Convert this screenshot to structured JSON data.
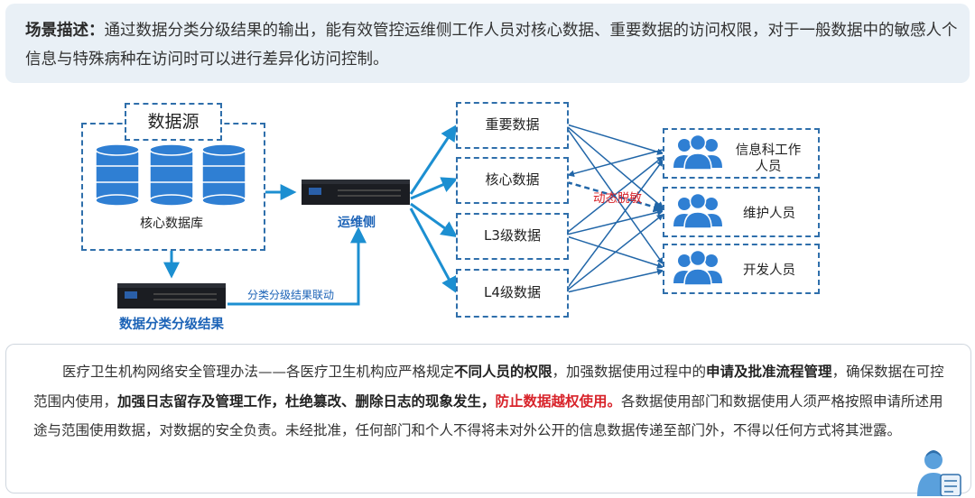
{
  "scene": {
    "lead": "场景描述：",
    "text": "通过数据分类分级结果的输出，能有效管控运维侧工作人员对核心数据、重要数据的访问权限，对于一般数据中的敏感人个信息与特殊病种在访问时可以进行差异化访问控制。"
  },
  "source": {
    "title": "数据源",
    "db_label": "核心数据库"
  },
  "ops_label": "运维侧",
  "result_label": "数据分类分级结果",
  "link_label": "分类分级结果联动",
  "data_types": [
    "重要数据",
    "核心数据",
    "L3级数据",
    "L4级数据"
  ],
  "users": [
    "信息科工作人员",
    "维护人员",
    "开发人员"
  ],
  "masking_label": "动态脱敏",
  "bottom": {
    "p1": "医疗卫生机构网络安全管理办法——各医疗卫生机构应严格规定",
    "b1": "不同人员的权限",
    "p2": "，加强数据使用过程中的",
    "b2": "申请及批准流程管理",
    "p3": "，确保数据在可控范围内使用，",
    "b3": "加强日志留存及管理工作，杜绝篡改、删除日志的现象发生，",
    "r1": "防止数据越权使用。",
    "p4": "各数据使用部门和数据使用人须严格按照申请所述用途与范围使用数据，对数据的安全负责。未经批准，任何部门和个人不得将未对外公开的信息数据传递至部门外，不得以任何方式将其泄露。"
  },
  "colors": {
    "accent": "#2f6fab",
    "arrow": "#1c8fd1",
    "red": "#d8232a",
    "scene_bg": "#e9f0f6"
  }
}
